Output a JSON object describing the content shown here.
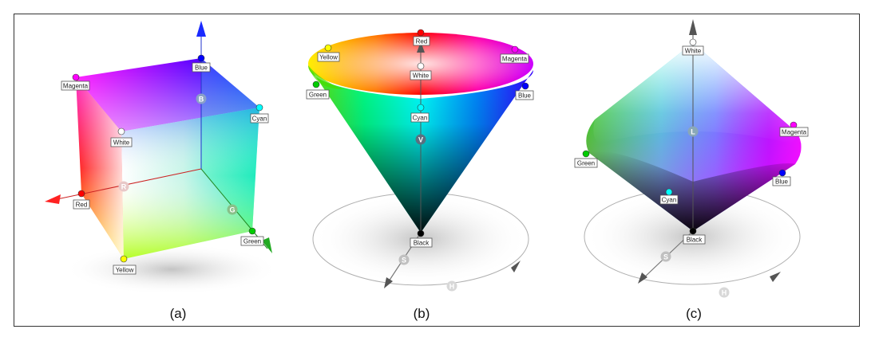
{
  "panels": [
    {
      "caption": "(a)",
      "vertices": [
        "Magenta",
        "Blue",
        "Cyan",
        "White",
        "Red",
        "Green",
        "Yellow"
      ],
      "axes": [
        "R",
        "G",
        "B"
      ]
    },
    {
      "caption": "(b)",
      "vertices": [
        "Yellow",
        "Red",
        "Magenta",
        "White",
        "Green",
        "Blue",
        "Cyan",
        "Black"
      ],
      "axes": [
        "V",
        "S",
        "H"
      ]
    },
    {
      "caption": "(c)",
      "vertices": [
        "White",
        "Magenta",
        "Green",
        "Blue",
        "Cyan",
        "Black"
      ],
      "axes": [
        "L",
        "S",
        "H"
      ]
    }
  ],
  "colors": {
    "red": "#ff0000",
    "green": "#00c000",
    "blue": "#0000ff",
    "cyan": "#00ffff",
    "magenta": "#ff00ff",
    "yellow": "#ffff00",
    "white": "#ffffff",
    "black": "#000000"
  }
}
